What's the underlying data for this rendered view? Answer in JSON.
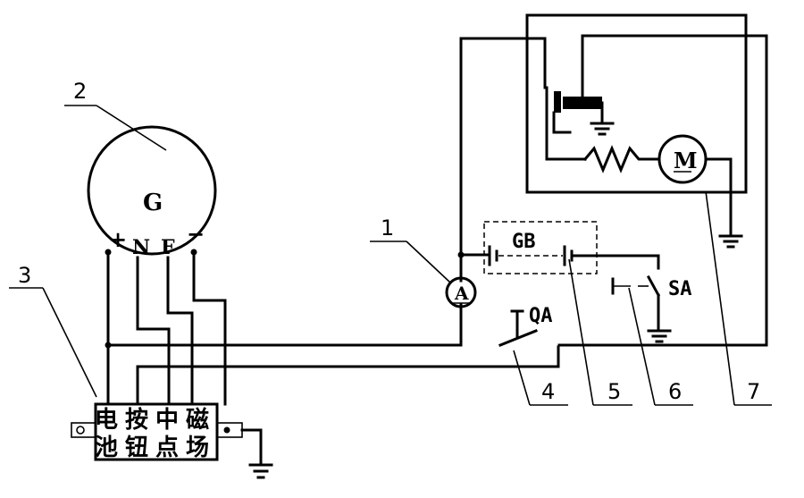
{
  "generator": {
    "symbol": "G",
    "term_plus": "+",
    "term_n": "N",
    "term_f": "F",
    "term_minus": "−"
  },
  "regulator": {
    "top_labels": [
      "电",
      "按",
      "中",
      "磁"
    ],
    "bottom_labels": [
      "池",
      "钮",
      "点",
      "场"
    ]
  },
  "ammeter": {
    "symbol": "A"
  },
  "battery": {
    "label": "GB"
  },
  "switch_sa": {
    "label": "SA"
  },
  "switch_qa": {
    "label": "QA"
  },
  "motor": {
    "symbol": "M"
  },
  "callouts": [
    "1",
    "2",
    "3",
    "4",
    "5",
    "6",
    "7"
  ]
}
